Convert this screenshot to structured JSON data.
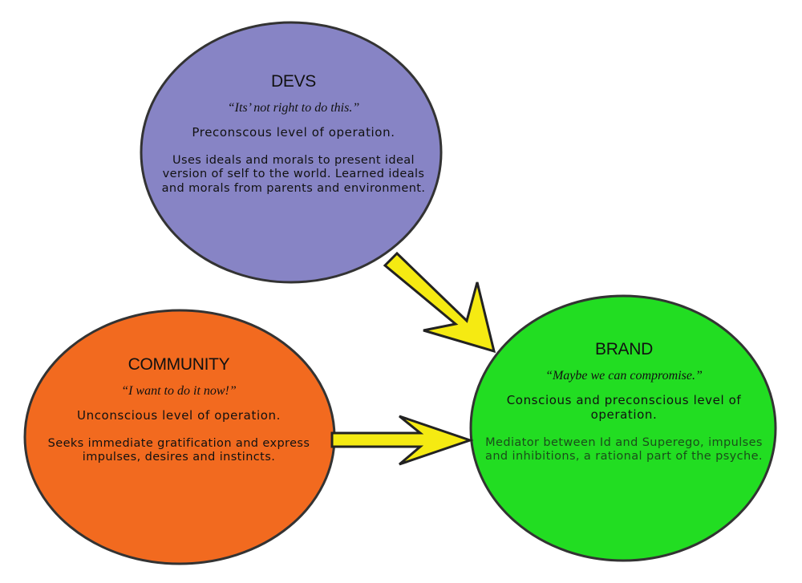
{
  "colors": {
    "devs_fill": "#8784c5",
    "community_fill": "#f26a1f",
    "brand_fill": "#22dd22",
    "outline": "#333333",
    "arrow_fill": "#f5ea12",
    "arrow_stroke": "#222222"
  },
  "nodes": {
    "devs": {
      "title": "DEVS",
      "quote": "“Its’ not right to do this.”",
      "level": "Preconscous level of operation.",
      "description": "Uses ideals and morals to present ideal version of self to the world. Learned ideals and morals from parents and environment."
    },
    "community": {
      "title": "COMMUNITY",
      "quote": "“I want to do it now!”",
      "level": "Unconscious level of operation.",
      "description": "Seeks immediate gratification and express impulses, desires and instincts."
    },
    "brand": {
      "title": "BRAND",
      "quote": "“Maybe we can compromise.”",
      "level": "Conscious and preconscious level of operation.",
      "description": "Mediator between Id and Superego, impulses and inhibitions, a rational part of the psyche."
    }
  },
  "edges": [
    {
      "from": "devs",
      "to": "brand"
    },
    {
      "from": "community",
      "to": "brand"
    }
  ]
}
